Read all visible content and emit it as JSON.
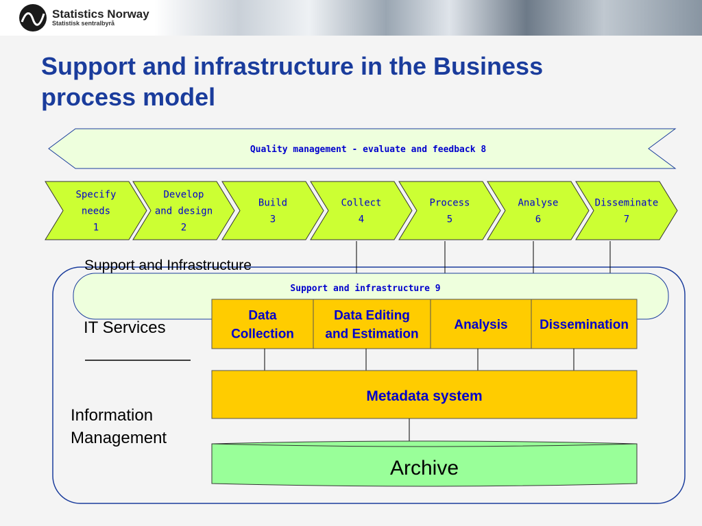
{
  "brand": {
    "name": "Statistics Norway",
    "subtitle": "Statistisk sentralbyrå"
  },
  "page": {
    "title_line1": "Support and infrastructure in the Business",
    "title_line2": "process model"
  },
  "quality_banner": "Quality management - evaluate and feedback 8",
  "phases": [
    {
      "lines": [
        "Specify",
        "needs",
        "1"
      ]
    },
    {
      "lines": [
        "Develop",
        "and design",
        "2"
      ]
    },
    {
      "lines": [
        "Build",
        "3"
      ]
    },
    {
      "lines": [
        "Collect",
        "4"
      ]
    },
    {
      "lines": [
        "Process",
        "5"
      ]
    },
    {
      "lines": [
        "Analyse",
        "6"
      ]
    },
    {
      "lines": [
        "Disseminate",
        "7"
      ]
    }
  ],
  "support_heading": "Support and Infrastructure",
  "support_pill": "Support and infrastructure 9",
  "it_services": {
    "label": "IT Services",
    "boxes": [
      {
        "lines": [
          "Data",
          "Collection"
        ]
      },
      {
        "lines": [
          "Data Editing",
          "and Estimation"
        ]
      },
      {
        "lines": [
          "Analysis"
        ]
      },
      {
        "lines": [
          "Dissemination"
        ]
      }
    ]
  },
  "information_management": {
    "label_line1": "Information",
    "label_line2": "Management"
  },
  "metadata_system": "Metadata system",
  "archive": "Archive",
  "colors": {
    "title": "#1a3c9c",
    "phase_fill": "#ccff33",
    "banner_fill": "#eeffdd",
    "box_fill": "#ffcc00",
    "archive_fill": "#99ff99",
    "frame_stroke": "#1a3c9c",
    "label_text": "#0000cc"
  }
}
